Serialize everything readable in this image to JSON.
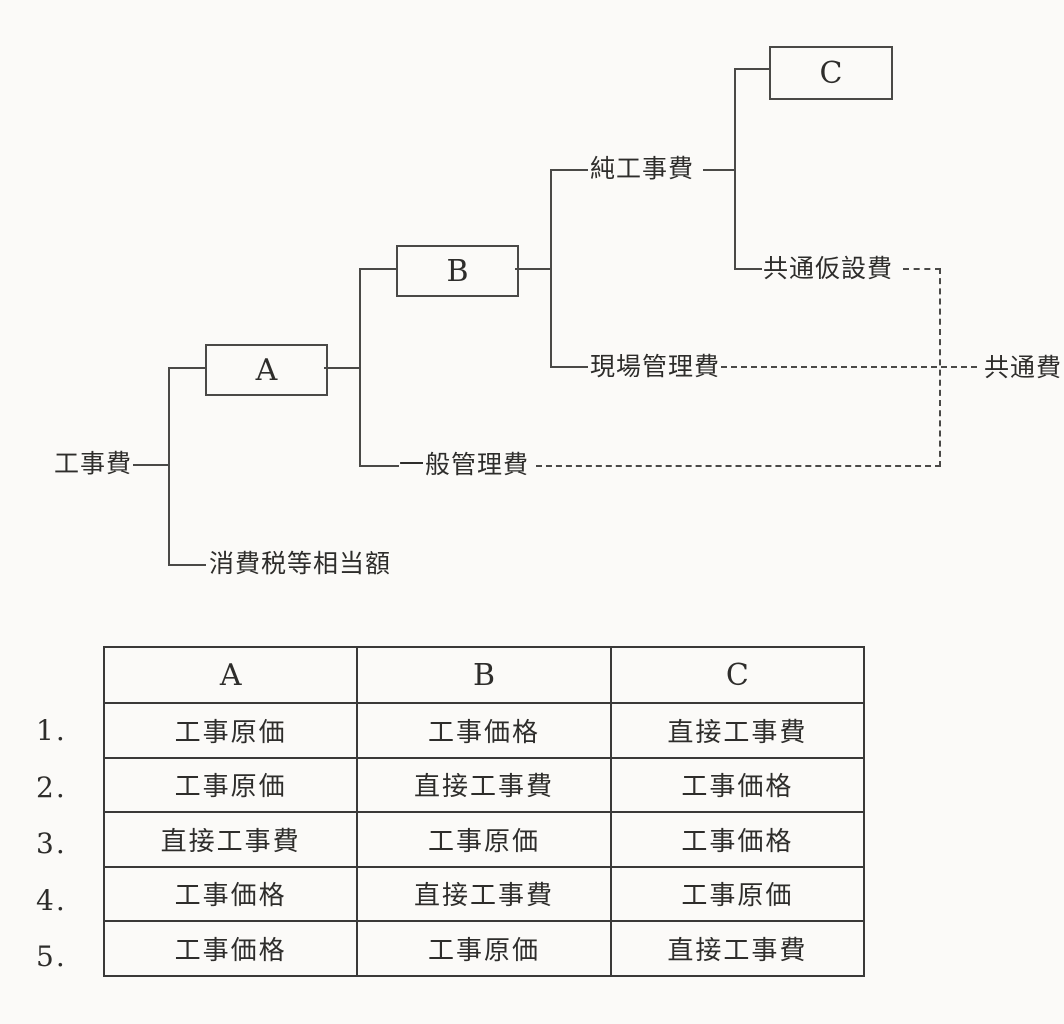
{
  "page": {
    "background_color": "#fbfaf8",
    "ink_color": "#2e2d2b",
    "line_color": "#4a4947"
  },
  "diagram": {
    "labels": {
      "construction_cost": "工事費",
      "box_a": "A",
      "box_b": "B",
      "box_c": "C",
      "net_construction_cost": "純工事費",
      "common_temporary_cost": "共通仮設費",
      "site_management_cost": "現場管理費",
      "general_management_cost": "一般管理費",
      "consumption_tax_equivalent": "消費税等相当額",
      "common_cost": "共通費"
    }
  },
  "table": {
    "headers": [
      "A",
      "B",
      "C"
    ],
    "rows": [
      {
        "num": "1.",
        "cells": [
          "工事原価",
          "工事価格",
          "直接工事費"
        ]
      },
      {
        "num": "2.",
        "cells": [
          "工事原価",
          "直接工事費",
          "工事価格"
        ]
      },
      {
        "num": "3.",
        "cells": [
          "直接工事費",
          "工事原価",
          "工事価格"
        ]
      },
      {
        "num": "4.",
        "cells": [
          "工事価格",
          "直接工事費",
          "工事原価"
        ]
      },
      {
        "num": "5.",
        "cells": [
          "工事価格",
          "工事原価",
          "直接工事費"
        ]
      }
    ]
  }
}
